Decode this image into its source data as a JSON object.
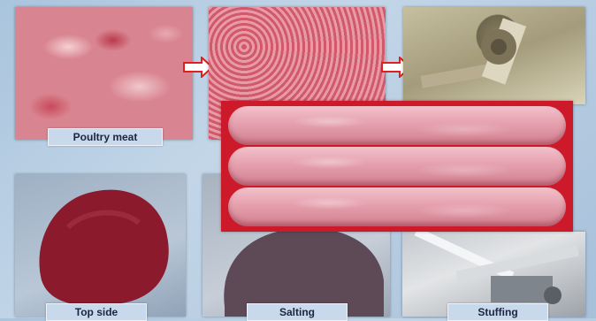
{
  "labels": {
    "poultry": "Poultry meat",
    "topside": "Top side",
    "salting": "Salting",
    "stuffing": "Stuffing"
  },
  "colors": {
    "background": "#b4cbe1",
    "label_bg": "#c9d9ec",
    "arrow": "#e0201e",
    "roll_backdrop": "#cc1a2a"
  }
}
